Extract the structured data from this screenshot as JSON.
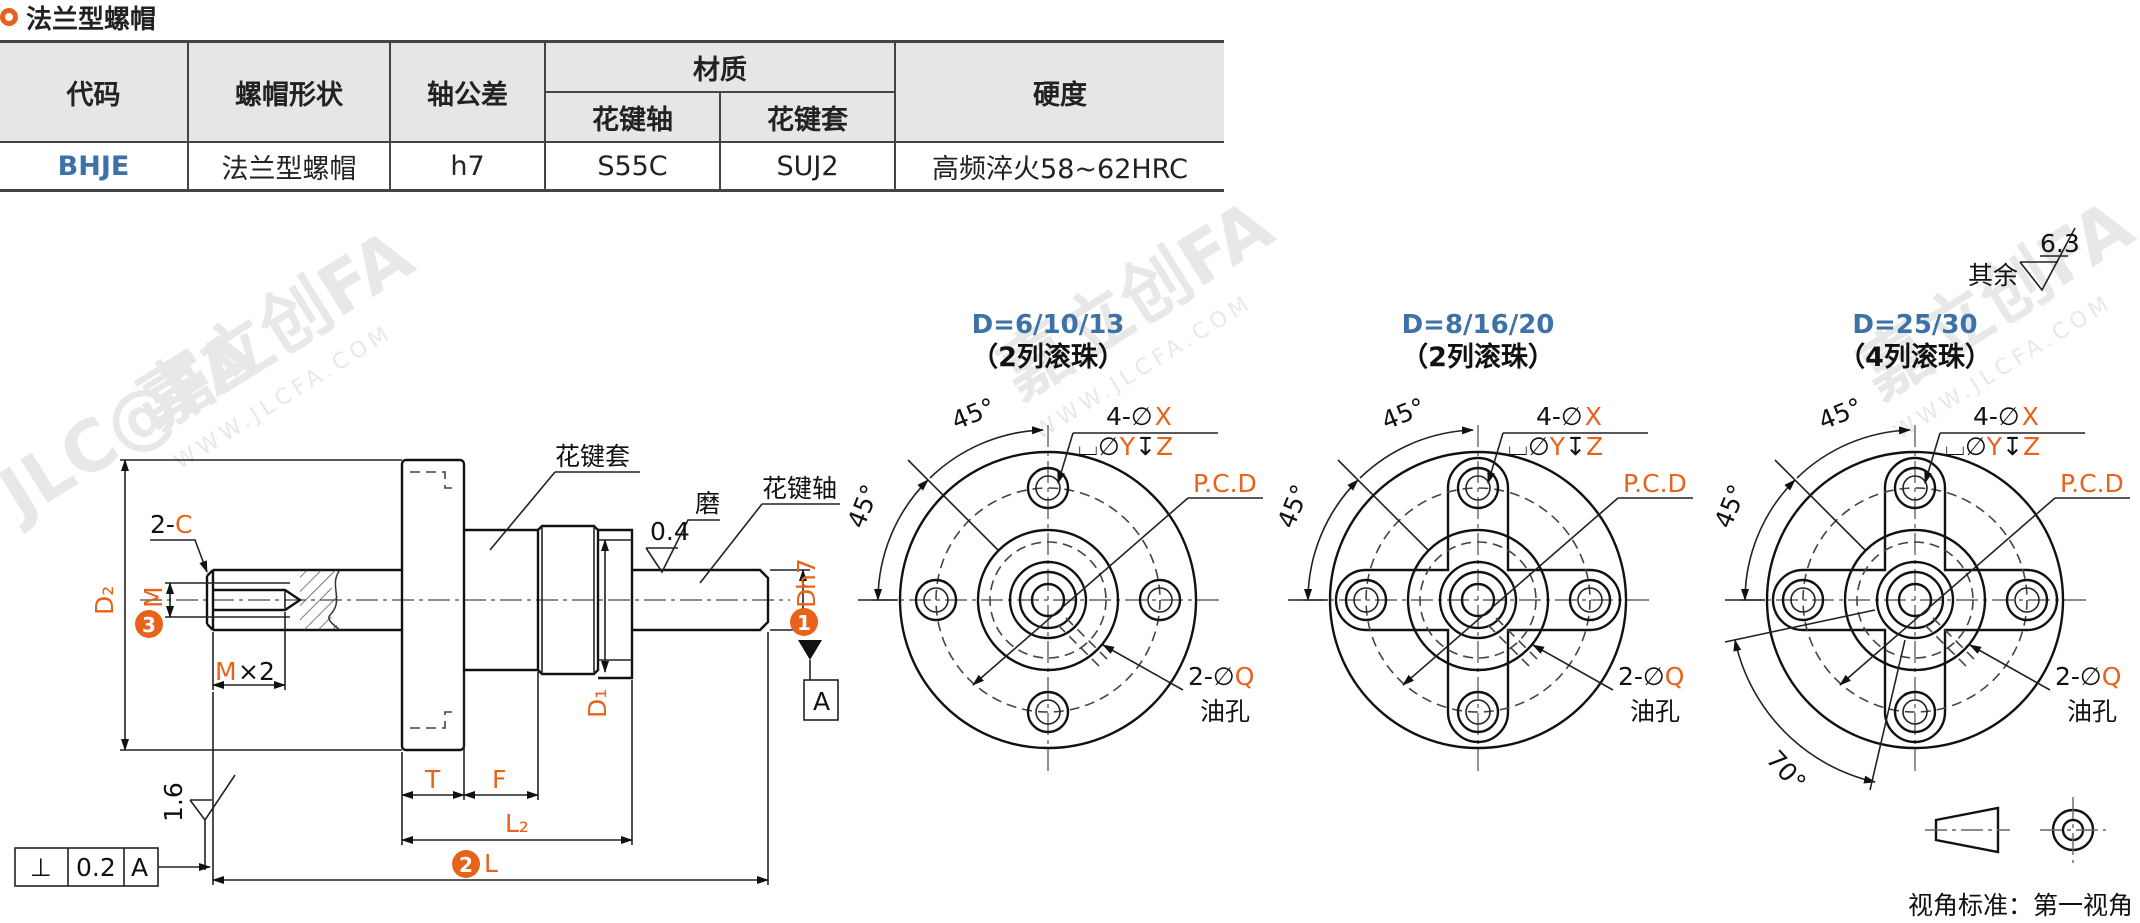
{
  "section_title": "法兰型螺帽",
  "table": {
    "headers": {
      "code": "代码",
      "shape": "螺帽形状",
      "tolerance": "轴公差",
      "material": "材质",
      "material_shaft": "花键轴",
      "material_sleeve": "花键套",
      "hardness": "硬度"
    },
    "row": {
      "code": "BHJE",
      "shape": "法兰型螺帽",
      "tolerance": "h7",
      "shaft": "S55C",
      "sleeve": "SUJ2",
      "hardness": "高频淬火58~62HRC"
    }
  },
  "watermark": {
    "brand": "嘉立创FA",
    "url": "WWW.JLCFA.COM",
    "logo": "JLC@FA"
  },
  "side_view": {
    "sleeve_label": "花键套",
    "shaft_label": "花键轴",
    "grind_label": "磨",
    "roughness_grind": "0.4",
    "roughness_face": "1.6",
    "chamfer_count": "2-",
    "chamfer_var": "C",
    "thread_var": "M",
    "thread_depth_var": "M",
    "thread_depth_suffix": "×2",
    "d2": "D₂",
    "d1": "D₁",
    "d": "D",
    "dh7": "h7",
    "t": "T",
    "f": "F",
    "l2": "L₂",
    "l": "L",
    "datum": "A",
    "circle_1": "1",
    "circle_2": "2",
    "circle_3": "3",
    "tolerance_symbol": "⊥",
    "tolerance_value": "0.2",
    "tolerance_datum": "A"
  },
  "front_views": [
    {
      "title": "D=6/10/13",
      "subtitle": "（2列滚珠）"
    },
    {
      "title": "D=8/16/20",
      "subtitle": "（2列滚珠）"
    },
    {
      "title": "D=25/30",
      "subtitle": "（4列滚珠）"
    }
  ],
  "front_labels": {
    "angle_45": "45°",
    "angle_70": "70°",
    "holes_prefix": "4-∅",
    "holes_var": "X",
    "counterbore_pre": "⌴∅",
    "counterbore_y": "Y",
    "counterbore_depth": "↧",
    "counterbore_z": "Z",
    "pcd": "P.C.D",
    "oil_prefix": "2-∅",
    "oil_var": "Q",
    "oil_label": "油孔"
  },
  "roughness_rest": {
    "label": "其余",
    "value": "6.3"
  },
  "projection_label": "视角标准：第一视角"
}
